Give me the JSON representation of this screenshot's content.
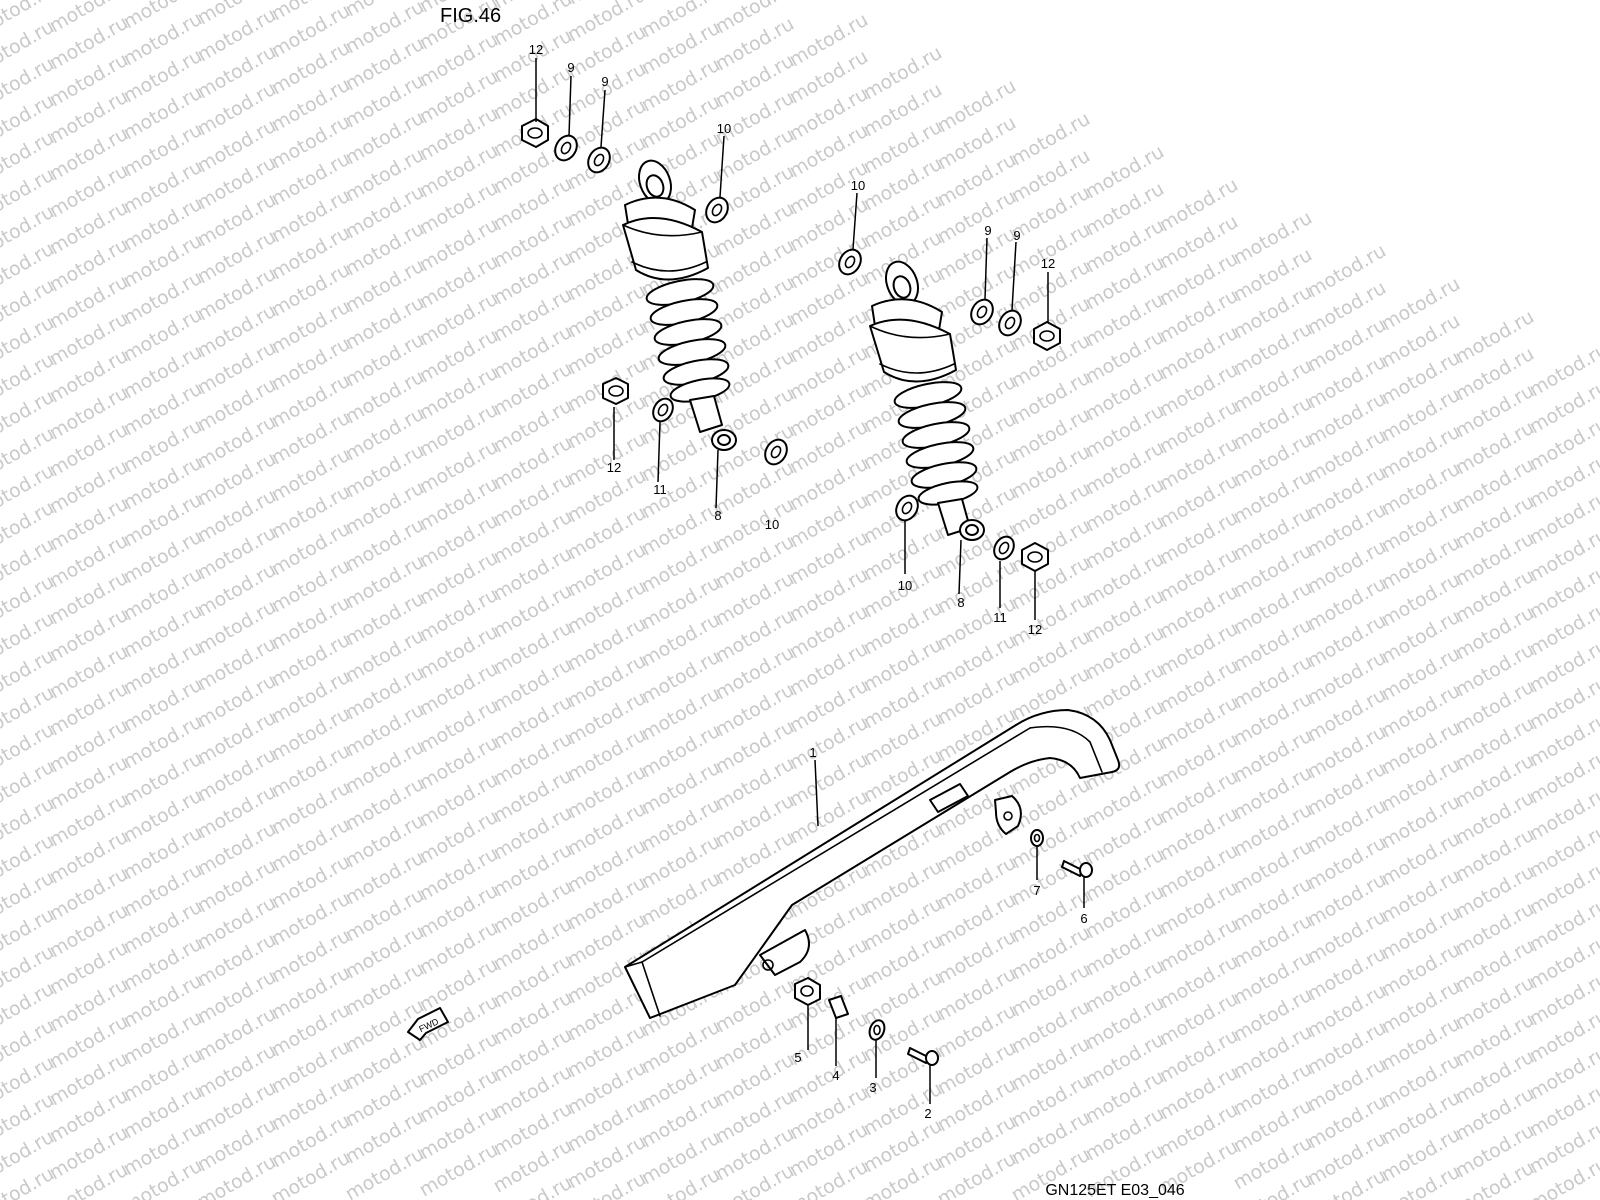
{
  "figure": {
    "title": "FIG.46",
    "code": "GN125ET E03_046",
    "watermark": "motod.ru",
    "fwd_label": "FWD"
  },
  "callouts": [
    {
      "id": "c12a",
      "text": "12"
    },
    {
      "id": "c9a",
      "text": "9"
    },
    {
      "id": "c9b",
      "text": "9"
    },
    {
      "id": "c10a",
      "text": "10"
    },
    {
      "id": "c12b",
      "text": "12"
    },
    {
      "id": "c11a",
      "text": "11"
    },
    {
      "id": "c8a",
      "text": "8"
    },
    {
      "id": "c10b",
      "text": "10"
    },
    {
      "id": "c10c",
      "text": "10"
    },
    {
      "id": "c9c",
      "text": "9"
    },
    {
      "id": "c9d",
      "text": "9"
    },
    {
      "id": "c12c",
      "text": "12"
    },
    {
      "id": "c10d",
      "text": "10"
    },
    {
      "id": "c8b",
      "text": "8"
    },
    {
      "id": "c11b",
      "text": "11"
    },
    {
      "id": "c12d",
      "text": "12"
    },
    {
      "id": "c1",
      "text": "1"
    },
    {
      "id": "c7",
      "text": "7"
    },
    {
      "id": "c6",
      "text": "6"
    },
    {
      "id": "c5",
      "text": "5"
    },
    {
      "id": "c4",
      "text": "4"
    },
    {
      "id": "c3",
      "text": "3"
    },
    {
      "id": "c2",
      "text": "2"
    }
  ]
}
